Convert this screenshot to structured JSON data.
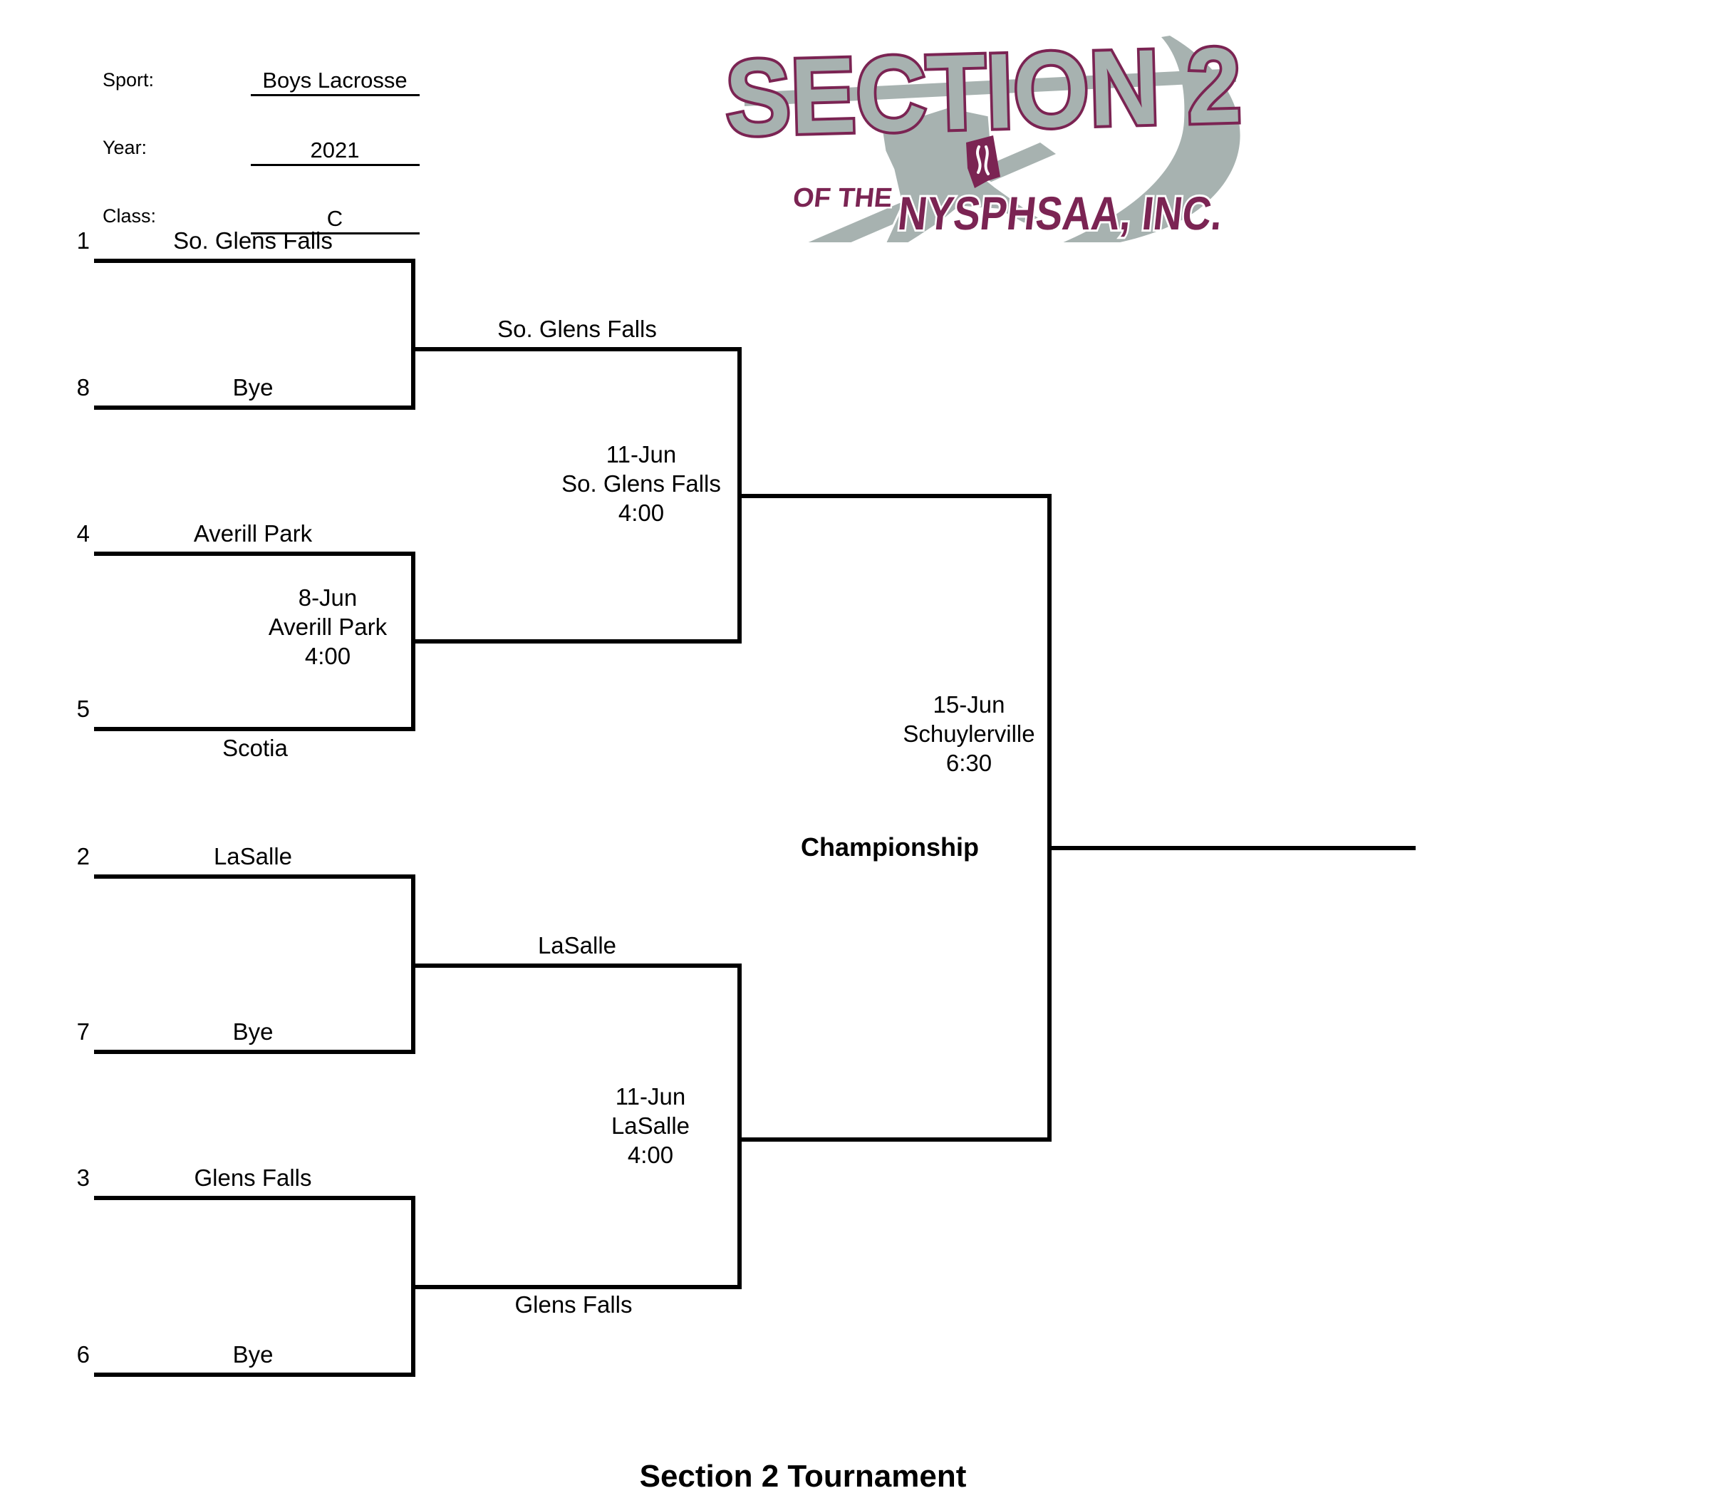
{
  "form": {
    "sport_label": "Sport:",
    "sport_value": "Boys Lacrosse",
    "year_label": "Year:",
    "year_value": "2021",
    "class_label": "Class:",
    "class_value": "C"
  },
  "logo": {
    "title": "SECTION 2",
    "of_the": "OF THE",
    "org": "NYSPHSAA, INC.",
    "maroon": "#7b2453",
    "gray": "#a7b2b0"
  },
  "bracket": {
    "round1": [
      {
        "seed": "1",
        "team": "So. Glens Falls"
      },
      {
        "seed": "8",
        "team": "Bye"
      },
      {
        "seed": "4",
        "team": "Averill Park"
      },
      {
        "seed": "5",
        "team": "Scotia"
      },
      {
        "seed": "2",
        "team": "LaSalle"
      },
      {
        "seed": "7",
        "team": "Bye"
      },
      {
        "seed": "3",
        "team": "Glens Falls"
      },
      {
        "seed": "6",
        "team": "Bye"
      }
    ],
    "round2": {
      "top_winner": "So. Glens Falls",
      "quarterfinal": {
        "date": "8-Jun",
        "location": "Averill Park",
        "time": "4:00"
      },
      "left_winner": "LaSalle",
      "bottom_winner": "Glens Falls"
    },
    "semifinal_top": {
      "date": "11-Jun",
      "location": "So. Glens Falls",
      "time": "4:00"
    },
    "semifinal_bottom": {
      "date": "11-Jun",
      "location": "LaSalle",
      "time": "4:00"
    },
    "championship": {
      "label": "Championship",
      "date": "15-Jun",
      "location": "Schuylerville",
      "time": "6:30"
    }
  },
  "footer": {
    "title": "Section 2 Tournament"
  }
}
